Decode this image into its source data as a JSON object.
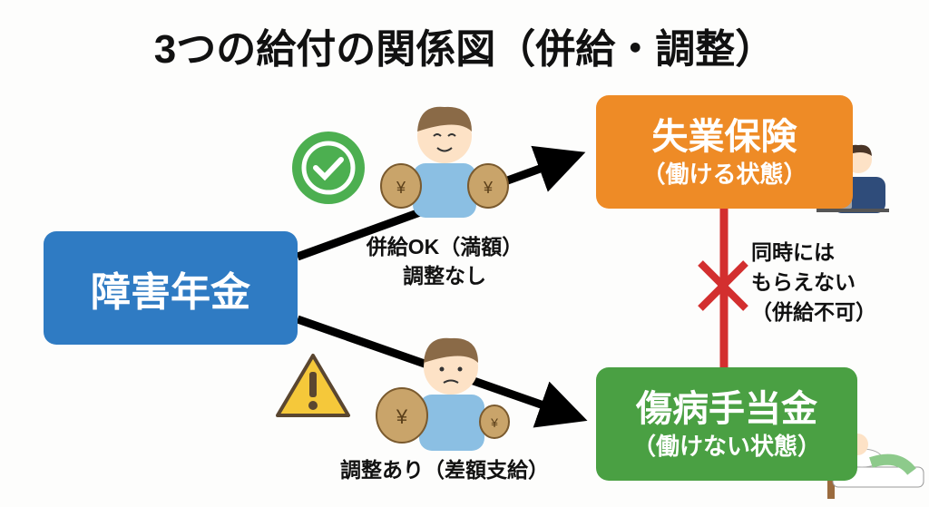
{
  "title": "3つの給付の関係図（併給・調整）",
  "boxes": {
    "disability": {
      "label": "障害年金",
      "color": "#2f7bc3"
    },
    "unemployment": {
      "label": "失業保険",
      "sub": "（働ける状態）",
      "color": "#ee8b26"
    },
    "sickness": {
      "label": "傷病手当金",
      "sub": "（働けない状態）",
      "color": "#4aa043"
    }
  },
  "edges": {
    "upper": {
      "line1": "併給OK（満額）",
      "line2": "調整なし",
      "icon": "check-circle-icon"
    },
    "lower": {
      "label": "調整あり（差額支給）",
      "icon": "warning-icon"
    },
    "vertical": {
      "line1": "同時には",
      "line2": "もらえない",
      "line3": "（併給不可）",
      "icon": "cross-icon",
      "color": "#d32f2f"
    }
  }
}
